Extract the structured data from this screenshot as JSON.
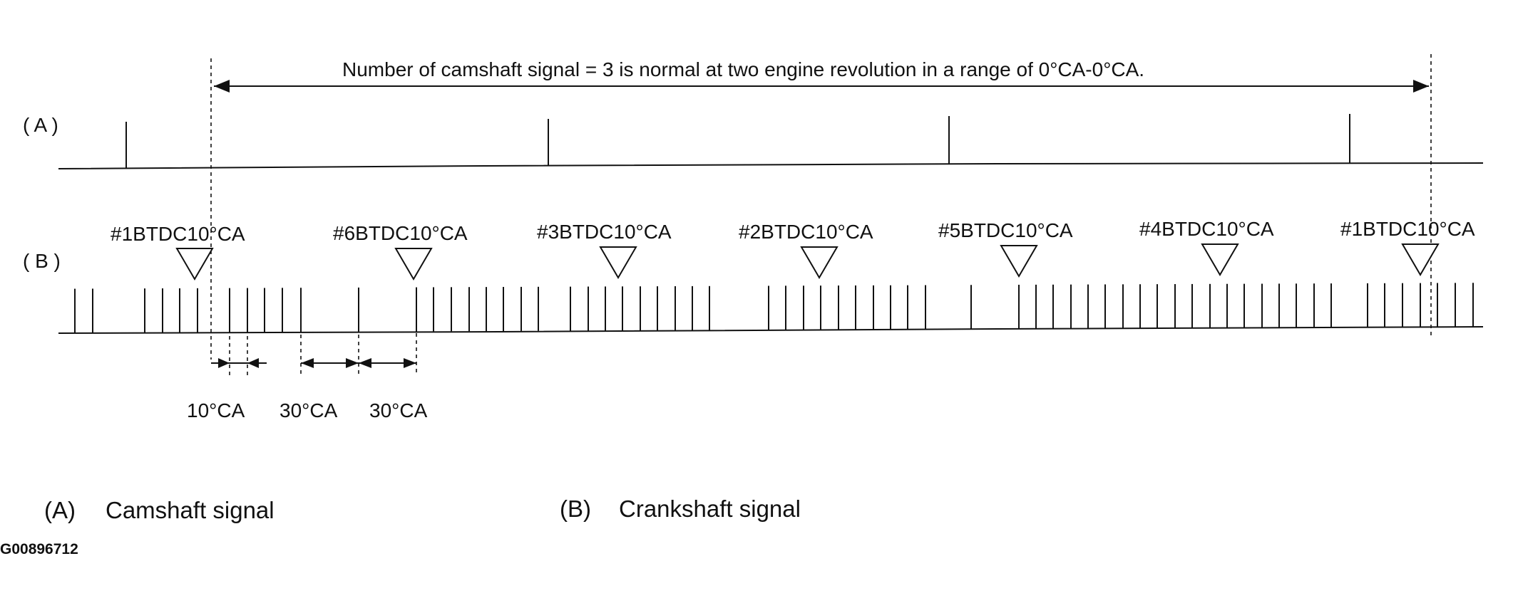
{
  "range_text": "Number of camshaft signal = 3 is normal at two engine revolution in a range of 0°CA-0°CA.",
  "row_a_label": "( A )",
  "row_b_label": "( B )",
  "cam_pulse_count": 4,
  "crank_markers": [
    "#1BTDC10°CA",
    "#6BTDC10°CA",
    "#3BTDC10°CA",
    "#2BTDC10°CA",
    "#5BTDC10°CA",
    "#4BTDC10°CA",
    "#1BTDC10°CA"
  ],
  "dimensions": {
    "tooth_spacing": "10°CA",
    "gap_1": "30°CA",
    "gap_2": "30°CA"
  },
  "legend": {
    "a_key": "(A)",
    "a_text": "Camshaft signal",
    "b_key": "(B)",
    "b_text": "Crankshaft signal"
  },
  "figure_id": "G00896712",
  "colors": {
    "line": "#111111",
    "background": "#ffffff"
  }
}
